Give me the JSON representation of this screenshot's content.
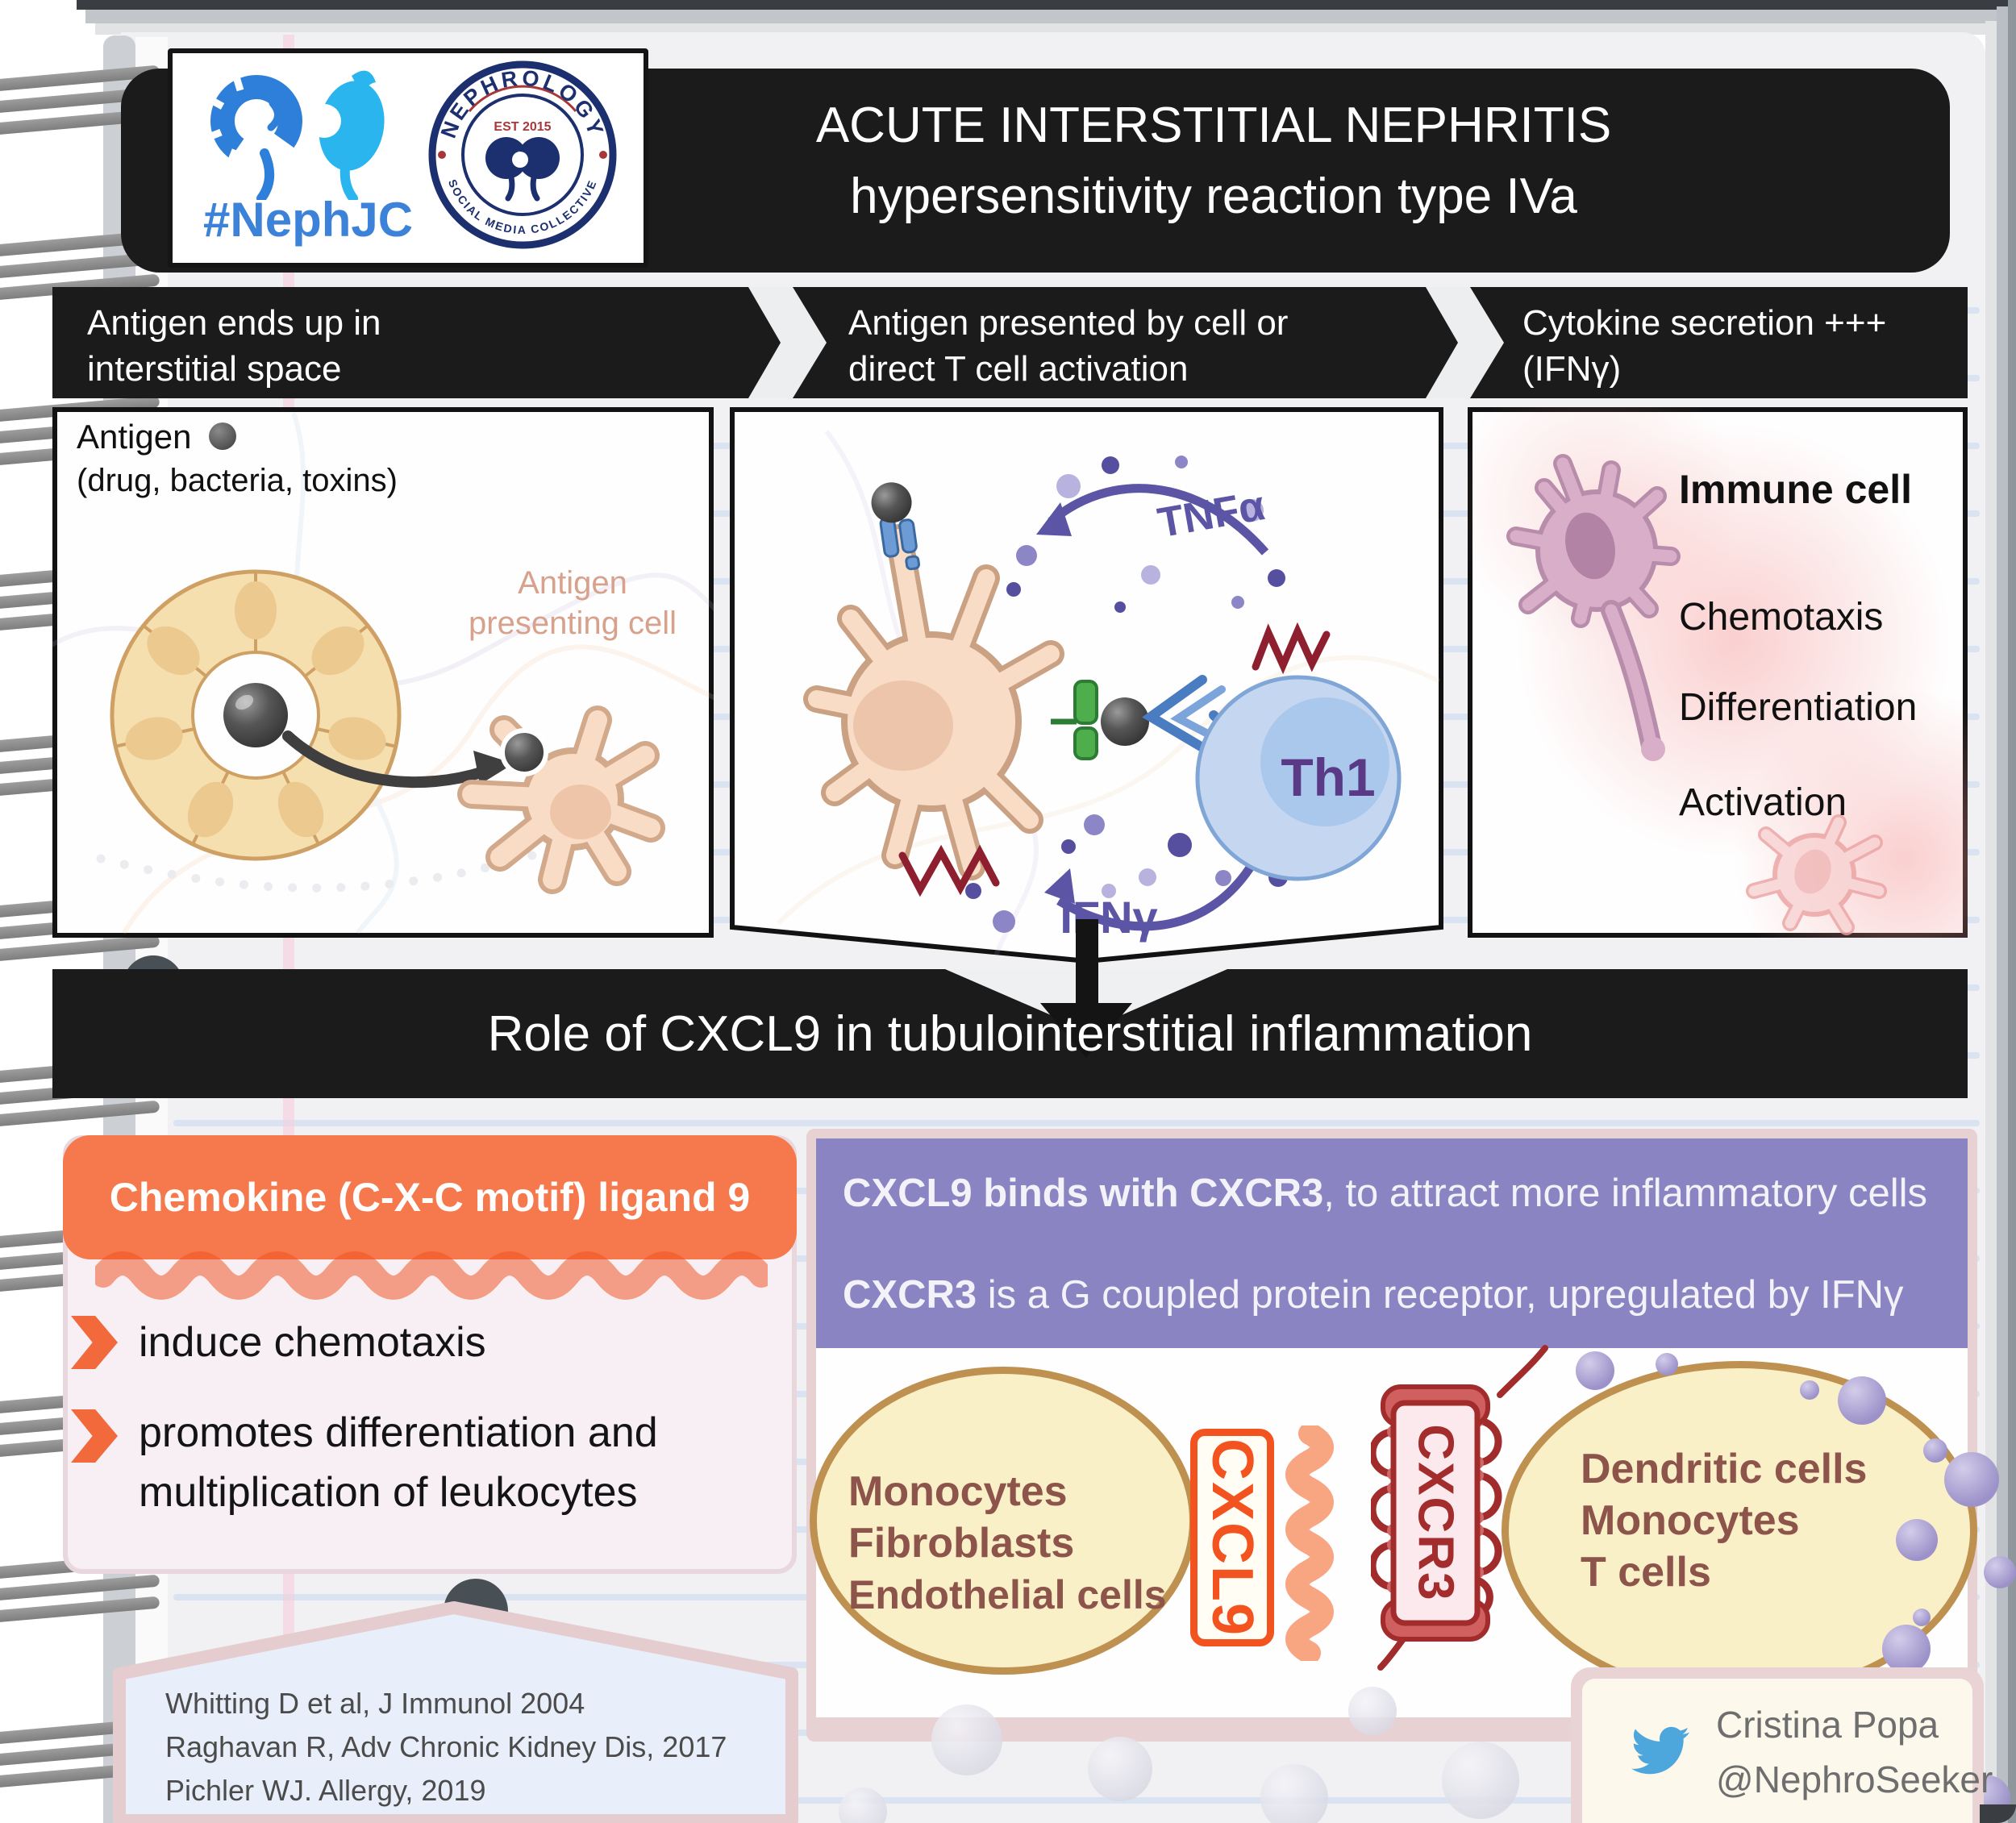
{
  "colors": {
    "banner_black": "#1b1b1b",
    "accent_orange": "#f5794c",
    "deep_orange": "#f3561f",
    "purple_box": "#8b84c2",
    "cytokine_purple": "#5c55a5",
    "th1_purple": "#5a3a86",
    "maroon": "#8e1f2e",
    "receptor_red": "#a32c2c",
    "cell_brown": "#8c544a",
    "cell_yellow_fill": "#faf0c8",
    "cell_yellow_border": "#bf9150",
    "twitter_blue": "#4da7dd",
    "nephjc_blue": "#3b82d8",
    "badge_navy": "#1c2f6e"
  },
  "icons": {
    "logo_left": "kidney-pair-icon",
    "logo_right": "nephrology-badge-icon",
    "antigen": "antigen-sphere-icon",
    "step_separator": "chevron-right-icon",
    "flow": "down-arrow-icon",
    "credit": "twitter-bird-icon",
    "bullet": "orange-chevron-icon"
  },
  "logo": {
    "hashtag": "#NephJC",
    "badge_top": "NEPHROLOGY",
    "badge_est": "EST 2015",
    "badge_bottom": "SOCIAL MEDIA COLLECTIVE"
  },
  "title": {
    "line1": "ACUTE INTERSTITIAL NEPHRITIS",
    "line2": "hypersensitivity reaction type IVa"
  },
  "steps": [
    {
      "line1": "Antigen ends up in",
      "line2": "interstitial space"
    },
    {
      "line1": "Antigen presented by cell or",
      "line2": "direct T cell activation"
    },
    {
      "line1": "Cytokine secretion +++",
      "line2": "(IFNγ)"
    }
  ],
  "panel_antigen": {
    "label": "Antigen",
    "sublabel": "(drug, bacteria, toxins)",
    "apc_line1": "Antigen",
    "apc_line2": "presenting cell"
  },
  "panel_activation": {
    "tnfa": "TNFα",
    "th1": "Th1",
    "ifng": "IFNγ"
  },
  "panel_cytokine": {
    "title": "Immune cell",
    "items": [
      "Chemotaxis",
      "Differentiation",
      "Activation"
    ]
  },
  "role_banner": {
    "title": "Role of CXCL9 in tubulointerstitial inflammation"
  },
  "cxcl9": {
    "header": "Chemokine (C-X-C motif) ligand 9",
    "bullet1": "induce chemotaxis",
    "bullet2": "promotes differentiation and\nmultiplication of leukocytes"
  },
  "cxcr3": {
    "line1_bold": "CXCL9 binds with CXCR3",
    "line1_rest": ", to attract more inflammatory cells",
    "line2_bold": "CXCR3",
    "line2_rest": " is a G coupled protein receptor, upregulated by IFNγ"
  },
  "interaction": {
    "source_cells": [
      "Monocytes",
      "Fibroblasts",
      "Endothelial cells"
    ],
    "ligand": "CXCL9",
    "receptor": "CXCR3",
    "target_cells": [
      "Dendritic cells",
      "Monocytes",
      "T cells"
    ]
  },
  "references": [
    "Whitting D et al, J Immunol 2004",
    "Raghavan R, Adv Chronic Kidney Dis, 2017",
    "Pichler WJ. Allergy, 2019"
  ],
  "credit": {
    "name": "Cristina Popa",
    "handle": "@NephroSeeker"
  }
}
